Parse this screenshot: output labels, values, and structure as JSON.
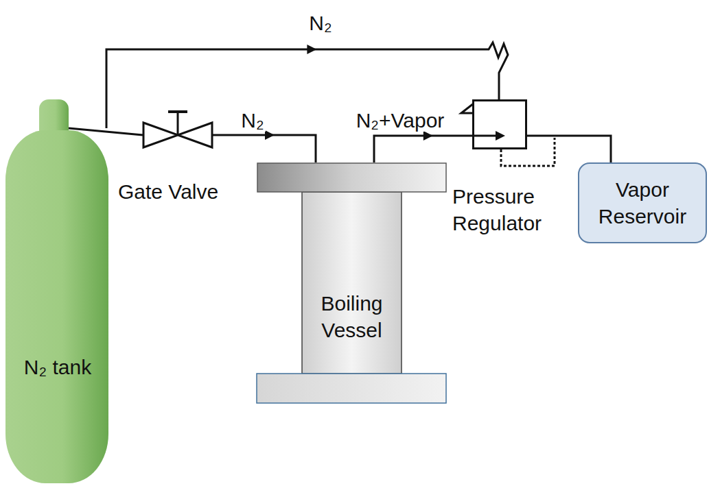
{
  "diagram": {
    "nodes": [
      {
        "text": [
          "N₂ tank"
        ]
      },
      {
        "text": [
          "Gate Valve"
        ]
      },
      {
        "text": [
          "Boiling Vessel"
        ]
      },
      {
        "text": [
          "Pressure Regulator"
        ]
      },
      {
        "text": [
          "Vapor Reservoir"
        ]
      }
    ],
    "edges": [
      {
        "from": 0,
        "to": 1,
        "arrow": "none"
      },
      {
        "from": 0,
        "to": 3,
        "label": "N₂",
        "arrow": "to"
      },
      {
        "from": 1,
        "to": 2,
        "label": "N₂",
        "arrow": "to"
      },
      {
        "from": 2,
        "to": 3,
        "label": "N₂+Vapor",
        "arrow": "to"
      },
      {
        "from": 3,
        "to": 4,
        "arrow": "none"
      }
    ]
  }
}
